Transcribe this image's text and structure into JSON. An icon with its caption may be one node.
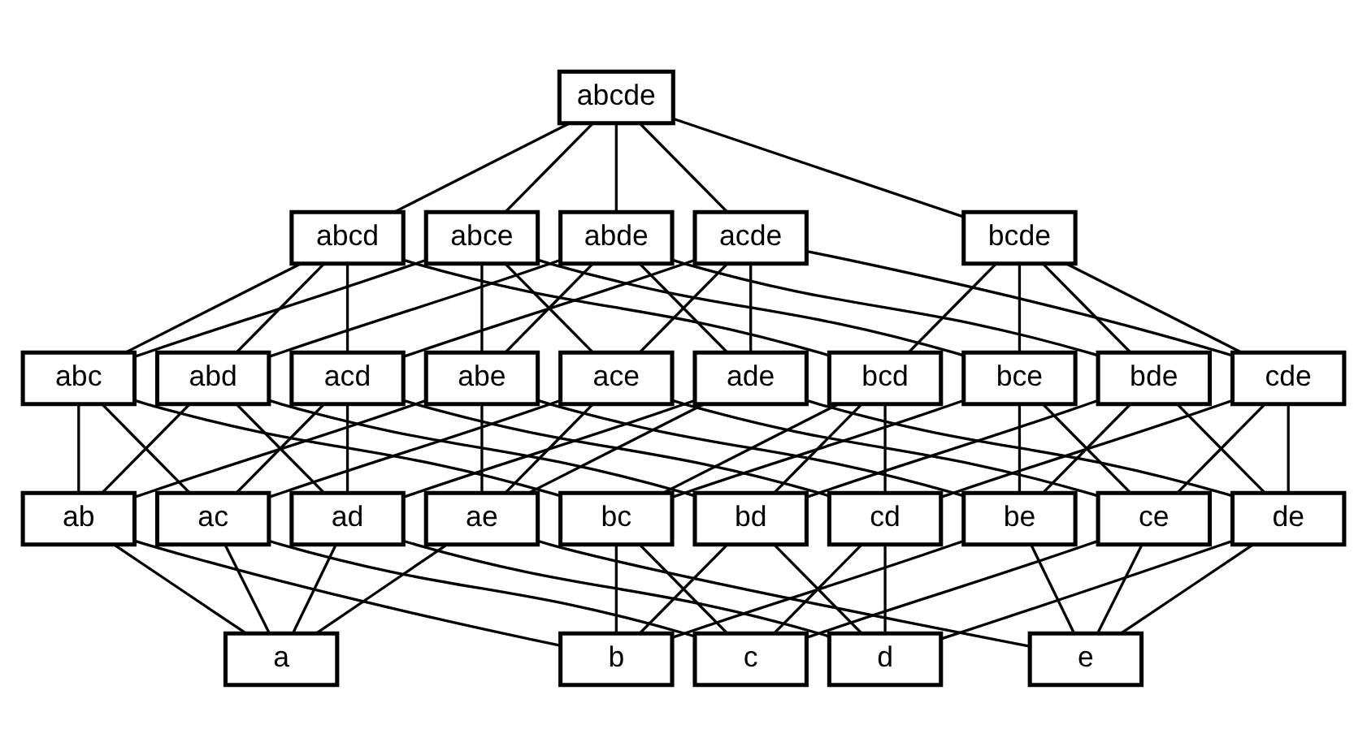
{
  "diagram": {
    "nodes": [
      {
        "text": [
          "abcde"
        ]
      },
      {
        "text": [
          "abcd"
        ]
      },
      {
        "text": [
          "abce"
        ]
      },
      {
        "text": [
          "abde"
        ]
      },
      {
        "text": [
          "acde"
        ]
      },
      {
        "text": [
          "bcde"
        ]
      },
      {
        "text": [
          "abc"
        ]
      },
      {
        "text": [
          "abd"
        ]
      },
      {
        "text": [
          "abe"
        ]
      },
      {
        "text": [
          "acd"
        ]
      },
      {
        "text": [
          "ace"
        ]
      },
      {
        "text": [
          "ade"
        ]
      },
      {
        "text": [
          "bcd"
        ]
      },
      {
        "text": [
          "bce"
        ]
      },
      {
        "text": [
          "bde"
        ]
      },
      {
        "text": [
          "cde"
        ]
      },
      {
        "text": [
          "ab"
        ]
      },
      {
        "text": [
          "ac"
        ]
      },
      {
        "text": [
          "ad"
        ]
      },
      {
        "text": [
          "ae"
        ]
      },
      {
        "text": [
          "bc"
        ]
      },
      {
        "text": [
          "bd"
        ]
      },
      {
        "text": [
          "be"
        ]
      },
      {
        "text": [
          "cd"
        ]
      },
      {
        "text": [
          "ce"
        ]
      },
      {
        "text": [
          "de"
        ]
      },
      {
        "text": [
          "a"
        ]
      },
      {
        "text": [
          "b"
        ]
      },
      {
        "text": [
          "c"
        ]
      },
      {
        "text": [
          "d"
        ]
      },
      {
        "text": [
          "e"
        ]
      }
    ],
    "edges": [
      {
        "from": 0,
        "to": 1,
        "arrow": "none"
      },
      {
        "from": 0,
        "to": 2,
        "arrow": "none"
      },
      {
        "from": 0,
        "to": 3,
        "arrow": "none"
      },
      {
        "from": 0,
        "to": 4,
        "arrow": "none"
      },
      {
        "from": 0,
        "to": 5,
        "arrow": "none"
      },
      {
        "from": 1,
        "to": 6,
        "arrow": "none"
      },
      {
        "from": 1,
        "to": 7,
        "arrow": "none"
      },
      {
        "from": 1,
        "to": 9,
        "arrow": "none"
      },
      {
        "from": 1,
        "to": 12,
        "arrow": "none"
      },
      {
        "from": 2,
        "to": 6,
        "arrow": "none"
      },
      {
        "from": 2,
        "to": 8,
        "arrow": "none"
      },
      {
        "from": 2,
        "to": 10,
        "arrow": "none"
      },
      {
        "from": 2,
        "to": 13,
        "arrow": "none"
      },
      {
        "from": 3,
        "to": 7,
        "arrow": "none"
      },
      {
        "from": 3,
        "to": 8,
        "arrow": "none"
      },
      {
        "from": 3,
        "to": 11,
        "arrow": "none"
      },
      {
        "from": 3,
        "to": 14,
        "arrow": "none"
      },
      {
        "from": 4,
        "to": 9,
        "arrow": "none"
      },
      {
        "from": 4,
        "to": 10,
        "arrow": "none"
      },
      {
        "from": 4,
        "to": 11,
        "arrow": "none"
      },
      {
        "from": 4,
        "to": 15,
        "arrow": "none"
      },
      {
        "from": 5,
        "to": 12,
        "arrow": "none"
      },
      {
        "from": 5,
        "to": 13,
        "arrow": "none"
      },
      {
        "from": 5,
        "to": 14,
        "arrow": "none"
      },
      {
        "from": 5,
        "to": 15,
        "arrow": "none"
      },
      {
        "from": 6,
        "to": 16,
        "arrow": "none"
      },
      {
        "from": 6,
        "to": 17,
        "arrow": "none"
      },
      {
        "from": 6,
        "to": 20,
        "arrow": "none"
      },
      {
        "from": 7,
        "to": 16,
        "arrow": "none"
      },
      {
        "from": 7,
        "to": 18,
        "arrow": "none"
      },
      {
        "from": 7,
        "to": 21,
        "arrow": "none"
      },
      {
        "from": 8,
        "to": 16,
        "arrow": "none"
      },
      {
        "from": 8,
        "to": 19,
        "arrow": "none"
      },
      {
        "from": 8,
        "to": 22,
        "arrow": "none"
      },
      {
        "from": 9,
        "to": 17,
        "arrow": "none"
      },
      {
        "from": 9,
        "to": 18,
        "arrow": "none"
      },
      {
        "from": 9,
        "to": 23,
        "arrow": "none"
      },
      {
        "from": 10,
        "to": 17,
        "arrow": "none"
      },
      {
        "from": 10,
        "to": 19,
        "arrow": "none"
      },
      {
        "from": 10,
        "to": 24,
        "arrow": "none"
      },
      {
        "from": 11,
        "to": 18,
        "arrow": "none"
      },
      {
        "from": 11,
        "to": 19,
        "arrow": "none"
      },
      {
        "from": 11,
        "to": 25,
        "arrow": "none"
      },
      {
        "from": 12,
        "to": 20,
        "arrow": "none"
      },
      {
        "from": 12,
        "to": 21,
        "arrow": "none"
      },
      {
        "from": 12,
        "to": 23,
        "arrow": "none"
      },
      {
        "from": 13,
        "to": 20,
        "arrow": "none"
      },
      {
        "from": 13,
        "to": 22,
        "arrow": "none"
      },
      {
        "from": 13,
        "to": 24,
        "arrow": "none"
      },
      {
        "from": 14,
        "to": 21,
        "arrow": "none"
      },
      {
        "from": 14,
        "to": 22,
        "arrow": "none"
      },
      {
        "from": 14,
        "to": 25,
        "arrow": "none"
      },
      {
        "from": 15,
        "to": 23,
        "arrow": "none"
      },
      {
        "from": 15,
        "to": 24,
        "arrow": "none"
      },
      {
        "from": 15,
        "to": 25,
        "arrow": "none"
      },
      {
        "from": 16,
        "to": 26,
        "arrow": "none"
      },
      {
        "from": 16,
        "to": 27,
        "arrow": "none"
      },
      {
        "from": 17,
        "to": 26,
        "arrow": "none"
      },
      {
        "from": 17,
        "to": 28,
        "arrow": "none"
      },
      {
        "from": 18,
        "to": 26,
        "arrow": "none"
      },
      {
        "from": 18,
        "to": 29,
        "arrow": "none"
      },
      {
        "from": 19,
        "to": 26,
        "arrow": "none"
      },
      {
        "from": 19,
        "to": 30,
        "arrow": "none"
      },
      {
        "from": 20,
        "to": 27,
        "arrow": "none"
      },
      {
        "from": 20,
        "to": 28,
        "arrow": "none"
      },
      {
        "from": 21,
        "to": 27,
        "arrow": "none"
      },
      {
        "from": 21,
        "to": 29,
        "arrow": "none"
      },
      {
        "from": 22,
        "to": 27,
        "arrow": "none"
      },
      {
        "from": 22,
        "to": 30,
        "arrow": "none"
      },
      {
        "from": 23,
        "to": 28,
        "arrow": "none"
      },
      {
        "from": 23,
        "to": 29,
        "arrow": "none"
      },
      {
        "from": 24,
        "to": 28,
        "arrow": "none"
      },
      {
        "from": 24,
        "to": 30,
        "arrow": "none"
      },
      {
        "from": 25,
        "to": 29,
        "arrow": "none"
      },
      {
        "from": 25,
        "to": 30,
        "arrow": "none"
      }
    ]
  }
}
